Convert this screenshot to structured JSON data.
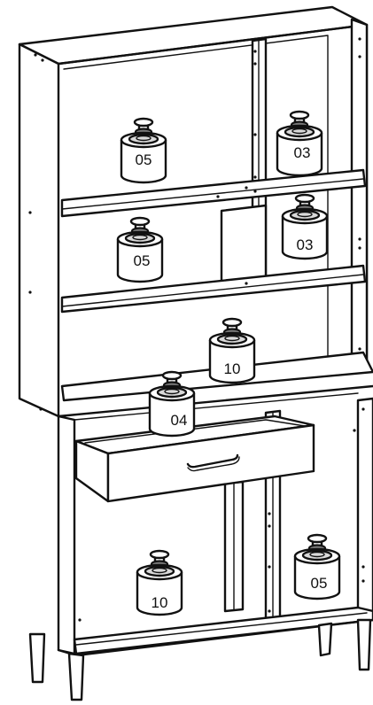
{
  "weights": [
    {
      "id": "top-left",
      "label": "05"
    },
    {
      "id": "top-right",
      "label": "03"
    },
    {
      "id": "mid-left",
      "label": "05"
    },
    {
      "id": "mid-right",
      "label": "03"
    },
    {
      "id": "counter",
      "label": "10"
    },
    {
      "id": "drawer",
      "label": "04"
    },
    {
      "id": "bottom-left",
      "label": "10"
    },
    {
      "id": "bottom-right",
      "label": "05"
    }
  ]
}
